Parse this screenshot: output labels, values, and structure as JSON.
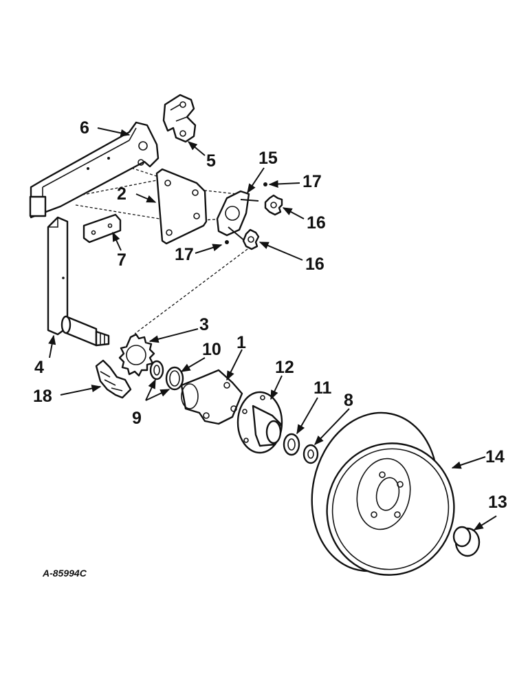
{
  "drawing_code": "A-85994C",
  "callouts": {
    "c1": "1",
    "c2": "2",
    "c3": "3",
    "c4": "4",
    "c5": "5",
    "c6": "6",
    "c7": "7",
    "c8": "8",
    "c9": "9",
    "c10": "10",
    "c11": "11",
    "c12": "12",
    "c13": "13",
    "c14": "14",
    "c15": "15",
    "c16a": "16",
    "c16b": "16",
    "c17a": "17",
    "c17b": "17",
    "c18": "18"
  }
}
